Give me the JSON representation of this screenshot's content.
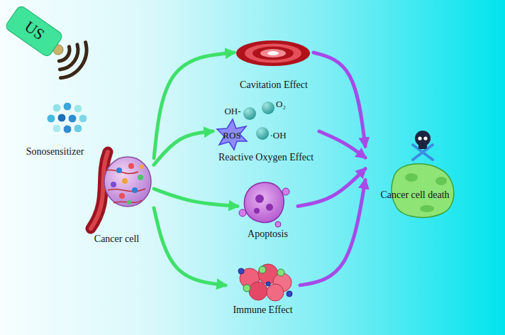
{
  "diagram": {
    "nodes": [
      {
        "text": [
          "US"
        ]
      },
      {
        "text": [
          "Sonosensitizer"
        ]
      },
      {
        "text": [
          "Cancer cell"
        ]
      },
      {
        "text": [
          "Cavitation Effect"
        ]
      },
      {
        "text": [
          "Reactive Oxygen Effect"
        ]
      },
      {
        "text": [
          "Apoptosis"
        ]
      },
      {
        "text": [
          "Immune Effect"
        ]
      },
      {
        "text": [
          "Cancer cell death"
        ]
      }
    ],
    "edges": [
      {
        "from": 2,
        "to": 3,
        "arrow": "to"
      },
      {
        "from": 2,
        "to": 4,
        "arrow": "to"
      },
      {
        "from": 2,
        "to": 5,
        "arrow": "to"
      },
      {
        "from": 2,
        "to": 6,
        "arrow": "to"
      },
      {
        "from": 3,
        "to": 7,
        "arrow": "to"
      },
      {
        "from": 4,
        "to": 7,
        "arrow": "to"
      },
      {
        "from": 5,
        "to": 7,
        "arrow": "to"
      },
      {
        "from": 6,
        "to": 7,
        "arrow": "to"
      }
    ],
    "labels": [
      "OH-",
      "O₂",
      "ROS",
      "·OH"
    ]
  }
}
